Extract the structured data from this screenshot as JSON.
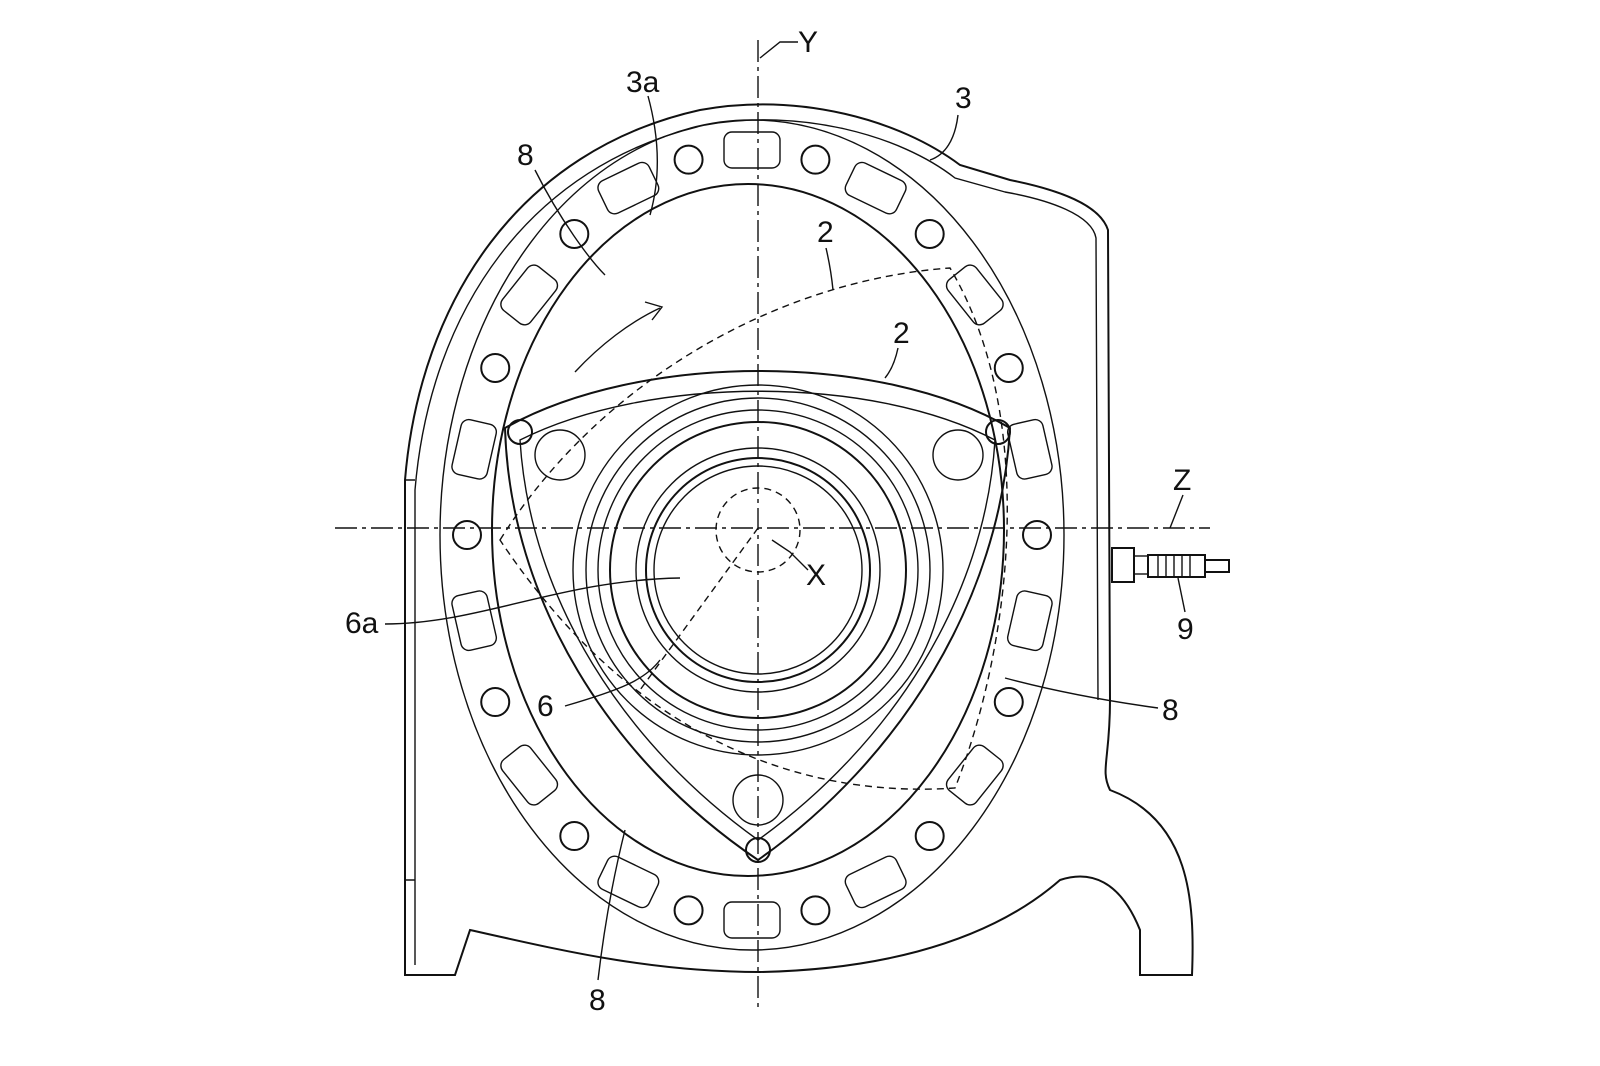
{
  "figure": {
    "labels": {
      "axis_y": "Y",
      "axis_z": "Z",
      "axis_x": "X",
      "housing_inner_surface": "3a",
      "housing": "3",
      "chamber_top_left": "8",
      "rotor_dashed": "2",
      "rotor_solid": "2",
      "shaft_eccentric": "6a",
      "spark_plug": "9",
      "shaft": "6",
      "chamber_right": "8",
      "chamber_bottom": "8"
    }
  }
}
